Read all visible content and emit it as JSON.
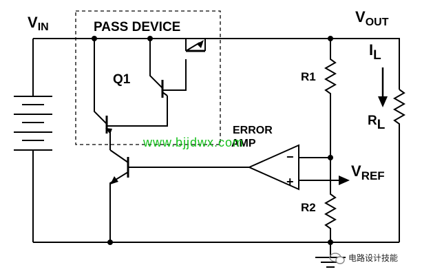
{
  "labels": {
    "vin_main": "V",
    "vin_sub": "IN",
    "vout_main": "V",
    "vout_sub": "OUT",
    "pass_device": "PASS DEVICE",
    "q1": "Q1",
    "r1": "R1",
    "r2": "R2",
    "il_main": "I",
    "il_sub": "L",
    "rl_main": "R",
    "rl_sub": "L",
    "error": "ERROR",
    "amp": "AMP",
    "vref_main": "V",
    "vref_sub": "REF",
    "minus": "−",
    "plus": "+"
  },
  "watermark": {
    "url": "www.bjjdwx.com",
    "brand": "电路设计技能"
  },
  "colors": {
    "line": "#000000",
    "watermark": "#16c01c"
  }
}
